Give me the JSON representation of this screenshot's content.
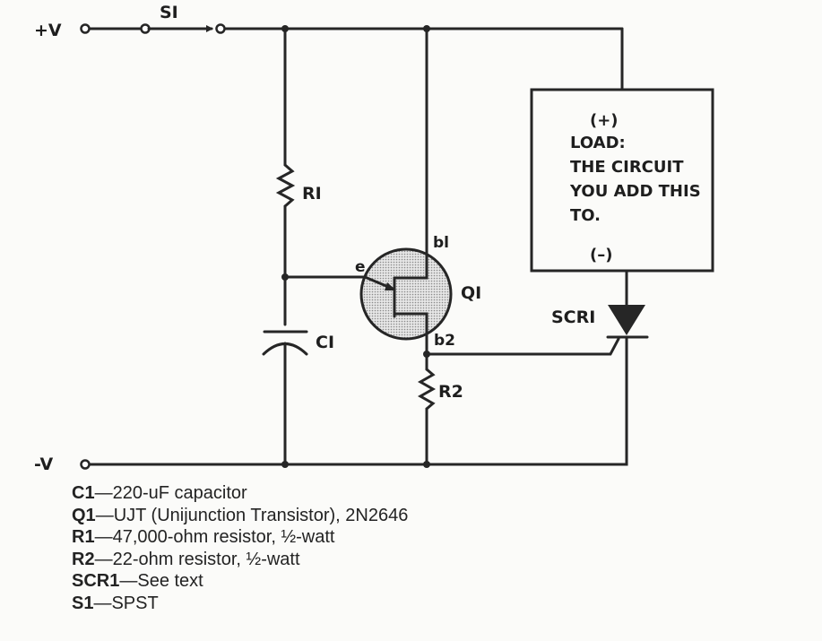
{
  "diagram": {
    "terminals": {
      "positive": "+V",
      "negative": "-V"
    },
    "labels": {
      "switch": "SI",
      "r1": "RI",
      "r2": "R2",
      "c1": "CI",
      "q1": "QI",
      "emitter": "e",
      "base1": "bl",
      "base2": "b2",
      "scr": "SCRI"
    },
    "load_box": {
      "plus": "(+)",
      "lines": [
        "LOAD:",
        "THE CIRCUIT",
        "YOU ADD THIS",
        "TO."
      ],
      "minus": "(–)"
    },
    "colors": {
      "ink": "#262626",
      "paper": "#fbfbf9",
      "transistor_fill": "#d8d8d8"
    }
  },
  "parts_list": [
    {
      "ref": "C1",
      "desc": "—220-uF capacitor"
    },
    {
      "ref": "Q1",
      "desc": "—UJT (Unijunction Transistor), 2N2646"
    },
    {
      "ref": "R1",
      "desc": "—47,000-ohm resistor, ½-watt"
    },
    {
      "ref": "R2",
      "desc": "—22-ohm resistor, ½-watt"
    },
    {
      "ref": "SCR1",
      "desc": "—See text"
    },
    {
      "ref": "S1",
      "desc": "—SPST"
    }
  ]
}
